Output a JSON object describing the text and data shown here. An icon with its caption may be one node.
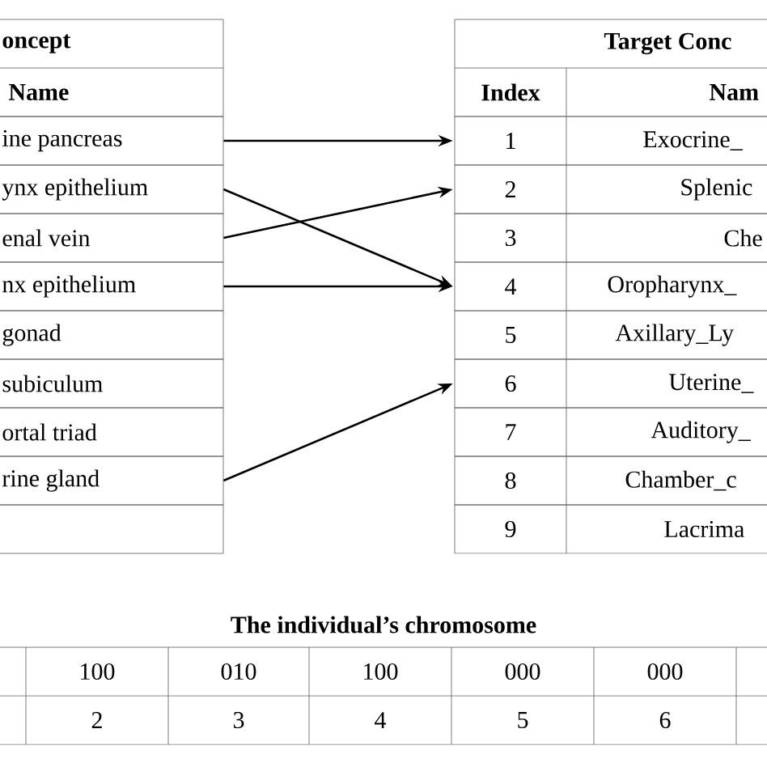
{
  "diagram": {
    "nodes": [
      {
        "text": [
          "ine pancreas"
        ]
      },
      {
        "text": [
          "ynx epithelium"
        ]
      },
      {
        "text": [
          "enal vein"
        ]
      },
      {
        "text": [
          "nx epithelium"
        ]
      },
      {
        "text": [
          "gonad"
        ]
      },
      {
        "text": [
          "subiculum"
        ]
      },
      {
        "text": [
          "ortal triad"
        ]
      },
      {
        "text": [
          "rine gland"
        ]
      },
      {
        "text": [],
        "shape": "box"
      },
      {
        "text": [
          "1",
          "Exocrine_"
        ]
      },
      {
        "text": [
          "2",
          "Splenic"
        ]
      },
      {
        "text": [
          "3",
          "Che"
        ]
      },
      {
        "text": [
          "4",
          "Oropharynx_"
        ]
      },
      {
        "text": [
          "5",
          "Axillary_Ly"
        ]
      },
      {
        "text": [
          "6",
          "Uterine_"
        ]
      },
      {
        "text": [
          "7",
          "Auditory_"
        ]
      },
      {
        "text": [
          "8",
          "Chamber_c"
        ]
      },
      {
        "text": [
          "9",
          "Lacrima"
        ]
      }
    ],
    "edges": [
      {
        "from": 0,
        "to": 9,
        "arrow": "to"
      },
      {
        "from": 1,
        "to": 12,
        "arrow": "to"
      },
      {
        "from": 2,
        "to": 10,
        "arrow": "to"
      },
      {
        "from": 3,
        "to": 12,
        "arrow": "to"
      },
      {
        "from": 7,
        "to": 14,
        "arrow": "to"
      }
    ],
    "labels": [
      "oncept",
      "Name",
      "Target Conc",
      "Index",
      "Nam",
      "The individual’s chromosome",
      "100",
      "010",
      "100",
      "000",
      "000",
      "2",
      "3",
      "4",
      "5",
      "6"
    ]
  }
}
